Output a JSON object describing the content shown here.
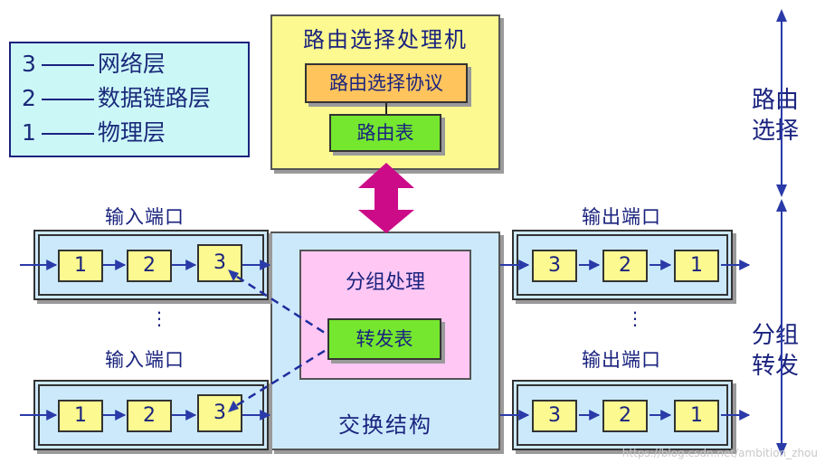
{
  "legend": {
    "items": [
      {
        "num": "3",
        "label": "网络层"
      },
      {
        "num": "2",
        "label": "数据链路层"
      },
      {
        "num": "1",
        "label": "物理层"
      }
    ]
  },
  "router": {
    "title": "路由选择处理机",
    "protocol": "路由选择协议",
    "table": "路由表"
  },
  "fabric": {
    "label": "交换结构",
    "packet_processing": "分组处理",
    "forwarding_table": "转发表"
  },
  "ports": {
    "input_label": "输入端口",
    "output_label": "输出端口",
    "input_layers": [
      "1",
      "2",
      "3"
    ],
    "output_layers": [
      "3",
      "2",
      "1"
    ],
    "ellipsis": "⋮"
  },
  "side_labels": {
    "routing": [
      "路由",
      "选择"
    ],
    "forwarding": [
      "分组",
      "转发"
    ]
  },
  "watermark": "https://blog.csdn.net/ambition_zhou",
  "colors": {
    "arrow_blue": "#2a3aa8",
    "arrow_magenta": "#cc0b88",
    "legend_bg": "#ccf7f7",
    "router_bg": "#fbf98f",
    "fabric_bg": "#cce9fb",
    "packet_bg": "#ffc7f4",
    "green_box": "#75e72e",
    "orange_box": "#ffc45c"
  }
}
